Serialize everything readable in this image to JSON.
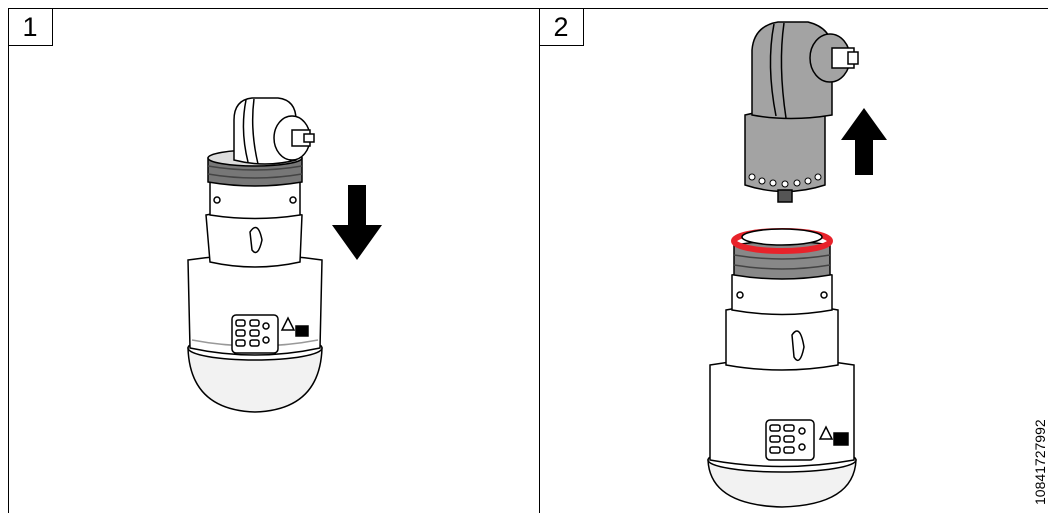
{
  "steps": [
    {
      "number": "1",
      "arrow": "down-arrow"
    },
    {
      "number": "2",
      "arrow": "up-arrow"
    }
  ],
  "doc_id": "10841727992",
  "colors": {
    "seal_highlight": "#e8222a",
    "tool_head_gray": "#a3a3a3",
    "line": "#000000"
  }
}
